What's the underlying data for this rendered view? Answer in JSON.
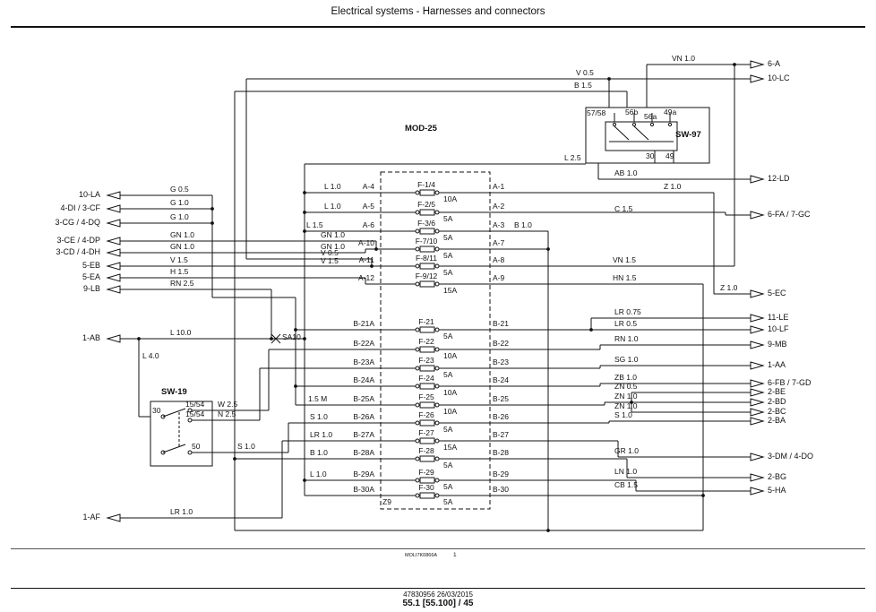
{
  "page": {
    "title": "Electrical systems - Harnesses and connectors",
    "footer_doc": "47830956 26/03/2015",
    "footer_page": "55.1 [55.100] / 45",
    "print_code": "MOLI7K0866A",
    "print_num": "1"
  },
  "module": {
    "label": "MOD-25",
    "connector_ref": "Z9"
  },
  "splice": {
    "label": "SA10"
  },
  "sw19": {
    "label": "SW-19",
    "terminals": [
      "30",
      "15/54",
      "15/54",
      "50"
    ],
    "wires": [
      "W 2.5",
      "N 2.5",
      "S 1.0"
    ],
    "feed_wire": "L 4.0"
  },
  "sw97": {
    "label": "SW-97",
    "terminals_top": [
      "57/58",
      "56b",
      "56a",
      "49a"
    ],
    "terminals_bottom": [
      "30",
      "49"
    ],
    "feed_wire": "L 2.5"
  },
  "fuses_a": [
    {
      "name": "F-1/4",
      "amp": "10A",
      "pin_in": "A-4",
      "pin_out": "A-1"
    },
    {
      "name": "F-2/5",
      "amp": "5A",
      "pin_in": "A-5",
      "pin_out": "A-2"
    },
    {
      "name": "F-3/6",
      "amp": "5A",
      "pin_in": "A-6",
      "pin_out": "A-3"
    },
    {
      "name": "F-7/10",
      "amp": "5A",
      "pin_in": "A-10",
      "pin_out": "A-7"
    },
    {
      "name": "F-8/11",
      "amp": "5A",
      "pin_in": "A-11",
      "pin_out": "A-8"
    },
    {
      "name": "F-9/12",
      "amp": "15A",
      "pin_in": "A-12",
      "pin_out": "A-9"
    }
  ],
  "fuses_b": [
    {
      "name": "F-21",
      "amp": "5A",
      "pin_in": "B-21A",
      "pin_out": "B-21"
    },
    {
      "name": "F-22",
      "amp": "10A",
      "pin_in": "B-22A",
      "pin_out": "B-22"
    },
    {
      "name": "F-23",
      "amp": "5A",
      "pin_in": "B-23A",
      "pin_out": "B-23"
    },
    {
      "name": "F-24",
      "amp": "10A",
      "pin_in": "B-24A",
      "pin_out": "B-24"
    },
    {
      "name": "F-25",
      "amp": "10A",
      "pin_in": "B-25A",
      "pin_out": "B-25"
    },
    {
      "name": "F-26",
      "amp": "5A",
      "pin_in": "B-26A",
      "pin_out": "B-26"
    },
    {
      "name": "F-27",
      "amp": "15A",
      "pin_in": "B-27A",
      "pin_out": "B-27"
    },
    {
      "name": "F-28",
      "amp": "5A",
      "pin_in": "B-28A",
      "pin_out": "B-28"
    },
    {
      "name": "F-29",
      "amp": "5A",
      "pin_in": "B-29A",
      "pin_out": "B-29"
    },
    {
      "name": "F-30",
      "amp": "5A",
      "pin_in": "B-30A",
      "pin_out": "B-30"
    }
  ],
  "left_connectors": [
    {
      "label": "10-LA",
      "wire": "G 0.5"
    },
    {
      "label": "4-DI / 3-CF",
      "wire": "G 1.0"
    },
    {
      "label": "3-CG / 4-DQ",
      "wire": "G 1.0"
    },
    {
      "label": "3-CE / 4-DP",
      "wire": "GN 1.0"
    },
    {
      "label": "3-CD / 4-DH",
      "wire": "GN 1.0"
    },
    {
      "label": "5-EB",
      "wire": "V 1.5"
    },
    {
      "label": "5-EA",
      "wire": "H 1.5"
    },
    {
      "label": "9-LB",
      "wire": "RN 2.5"
    },
    {
      "label": "1-AB",
      "wire": "L 10.0"
    },
    {
      "label": "1-AF",
      "wire": "LR 1.0"
    }
  ],
  "right_connectors": [
    {
      "label": "6-A",
      "wire": "VN 1.0"
    },
    {
      "label": "10-LC",
      "wire": "V 0.5"
    },
    {
      "label": "12-LD",
      "wire": "AB 1.0"
    },
    {
      "label": "6-FA / 7-GC",
      "wire": "C 1.5"
    },
    {
      "label": "5-EC",
      "wire": "Z 1.0"
    },
    {
      "label": "11-LE",
      "wire": "LR 0.75"
    },
    {
      "label": "10-LF",
      "wire": "LR 0.5"
    },
    {
      "label": "9-MB",
      "wire": "RN 1.0"
    },
    {
      "label": "1-AA",
      "wire": "SG 1.0"
    },
    {
      "label": "6-FB / 7-GD",
      "wire": "ZB 1.0"
    },
    {
      "label": "2-BE",
      "wire": "ZN 0.5"
    },
    {
      "label": "2-BD",
      "wire": "ZN 1.0"
    },
    {
      "label": "2-BC",
      "wire": "ZN 1.0"
    },
    {
      "label": "2-BA",
      "wire": "S 1.0"
    },
    {
      "label": "3-DM / 4-DO",
      "wire": "GR 1.0"
    },
    {
      "label": "2-BG",
      "wire": "LN 1.0"
    },
    {
      "label": "5-HA",
      "wire": "CB 1.5"
    }
  ],
  "feed_labels_a": [
    "L 1.0",
    "L 1.0",
    "L 1.5",
    "GN 1.0",
    "GN 1.0",
    "V 0.5",
    "V 1.5"
  ],
  "feed_labels_b": [
    "1.5 M",
    "S 1.0",
    "LR 1.0",
    "B 1.0",
    "L 1.0"
  ],
  "misc_labels": {
    "b_1_5": "B 1.5",
    "z_1_0": "Z 1.0",
    "b_1_0": "B 1.0",
    "vn_1_5": "VN 1.5",
    "hn_1_5": "HN 1.5"
  }
}
